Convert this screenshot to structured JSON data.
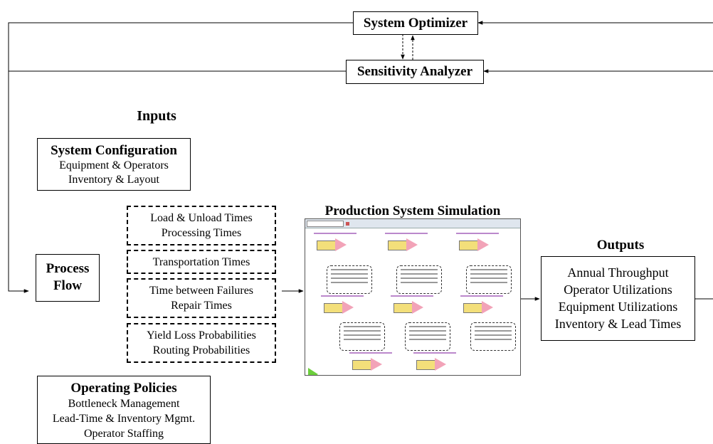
{
  "optimizer": {
    "label": "System Optimizer"
  },
  "analyzer": {
    "label": "Sensitivity Analyzer"
  },
  "inputs": {
    "heading": "Inputs",
    "system_configuration": {
      "title": "System Configuration",
      "lines": [
        "Equipment & Operators",
        "Inventory & Layout"
      ]
    },
    "process_flow": {
      "lines": [
        "Process",
        "Flow"
      ]
    },
    "time_groups": [
      {
        "lines": [
          "Load & Unload Times",
          "Processing Times"
        ]
      },
      {
        "lines": [
          "Transportation Times"
        ]
      },
      {
        "lines": [
          "Time between Failures",
          "Repair Times"
        ]
      },
      {
        "lines": [
          "Yield Loss Probabilities",
          "Routing Probabilities"
        ]
      }
    ],
    "operating_policies": {
      "title": "Operating Policies",
      "lines": [
        "Bottleneck Management",
        "Lead-Time & Inventory Mgmt.",
        "Operator Staffing"
      ]
    }
  },
  "simulation": {
    "heading": "Production System Simulation"
  },
  "outputs": {
    "heading": "Outputs",
    "lines": [
      "Annual Throughput",
      "Operator Utilizations",
      "Equipment Utilizations",
      "Inventory & Lead Times"
    ]
  }
}
